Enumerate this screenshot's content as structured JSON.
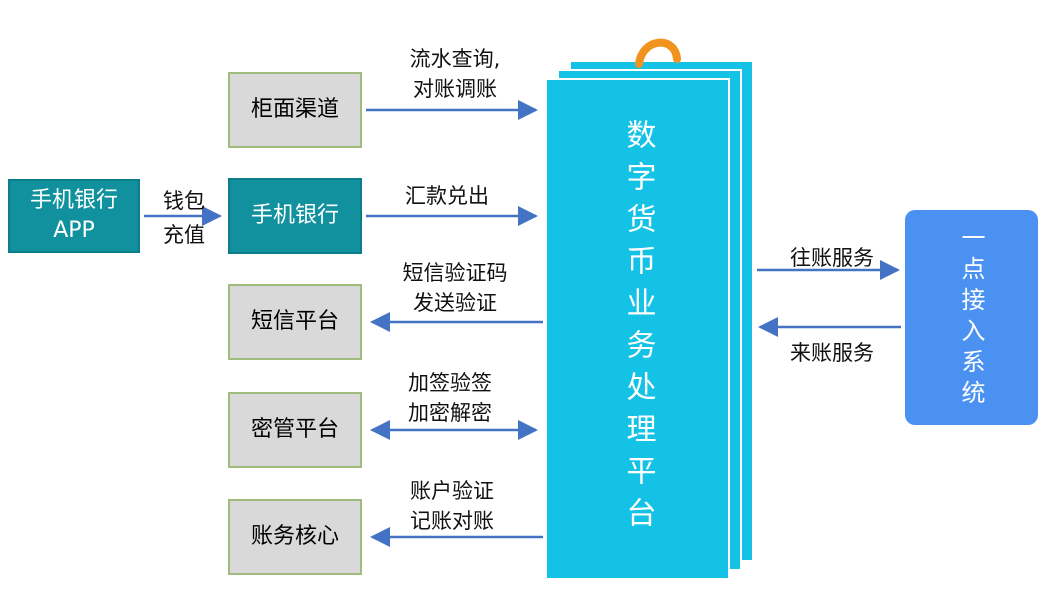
{
  "nodes": {
    "mobile_app": {
      "label": "手机银行\nAPP"
    },
    "counter_channel": {
      "label": "柜面渠道"
    },
    "mobile_banking": {
      "label": "手机银行"
    },
    "sms_platform": {
      "label": "短信平台"
    },
    "key_platform": {
      "label": "密管平台"
    },
    "accounting_core": {
      "label": "账务核心"
    },
    "dc_platform": {
      "label": "数字货币业务处理平台"
    },
    "access_system": {
      "label": "一点接入系统"
    }
  },
  "edges": {
    "wallet_recharge": {
      "label": "钱包\n充值"
    },
    "flow_query": {
      "label": "流水查询,\n对账调账"
    },
    "remittance": {
      "label": "汇款兑出"
    },
    "sms_verify": {
      "label": "短信验证码\n发送验证"
    },
    "sign_encrypt": {
      "label": "加签验签\n加密解密"
    },
    "account_verify": {
      "label": "账户验证\n记账对账"
    },
    "outgoing": {
      "label": "往账服务"
    },
    "incoming": {
      "label": "来账服务"
    }
  },
  "colors": {
    "teal_box": "#10919d",
    "gray_box_fill": "#d9d9d9",
    "gray_box_border": "#9fbb7d",
    "platform_cyan": "#14c2e6",
    "access_blue": "#4a91f2",
    "arrow_blue": "#4472c4",
    "clip_orange": "#f0941e"
  }
}
